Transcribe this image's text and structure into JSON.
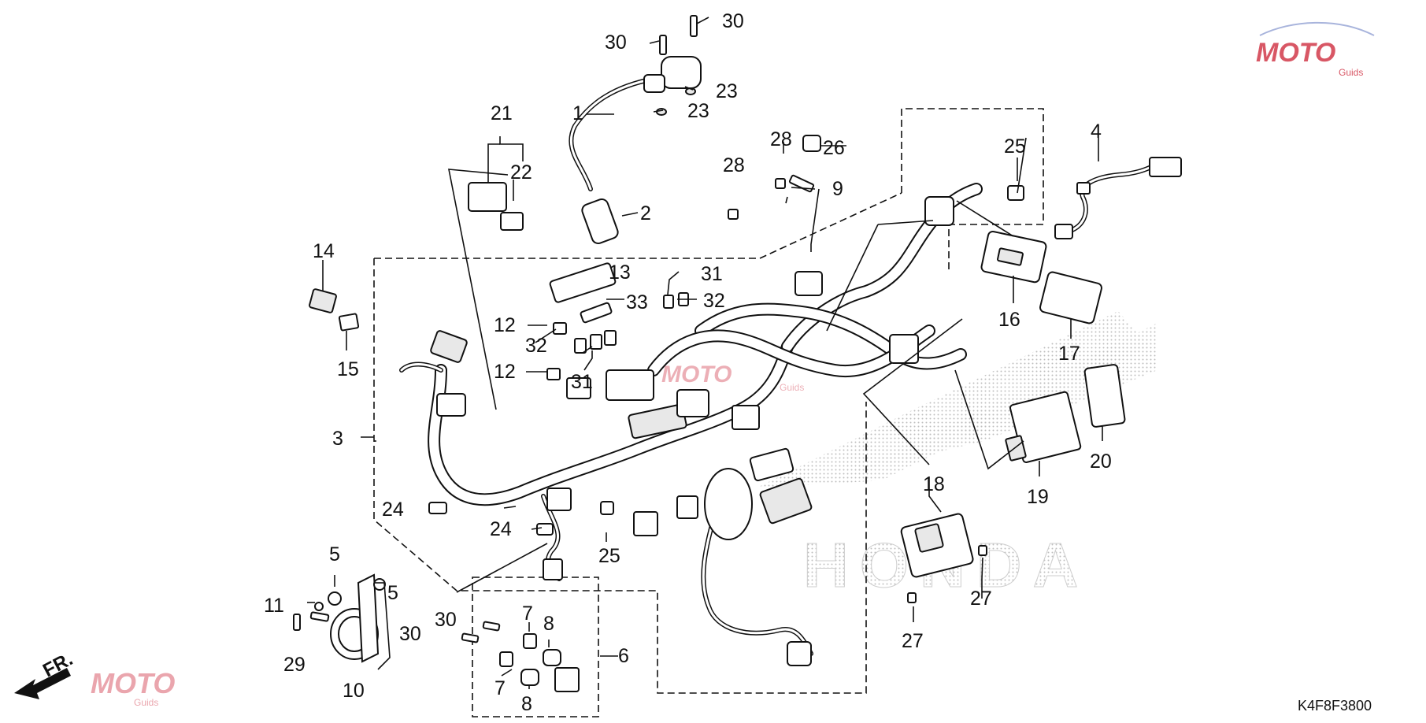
{
  "diagram": {
    "drawing_code": "K4F8F3800",
    "direction_label": "FR.",
    "watermark": {
      "brand_text": "MOTO",
      "sub_text": "Guids",
      "colors": [
        "#d23a4b",
        "#9aa7d6"
      ]
    },
    "background_logo": {
      "text": "HONDA",
      "color": "#c8c8c8"
    },
    "callouts": [
      {
        "id": "c1",
        "label": "1"
      },
      {
        "id": "c2",
        "label": "2"
      },
      {
        "id": "c3",
        "label": "3"
      },
      {
        "id": "c4",
        "label": "4"
      },
      {
        "id": "c5a",
        "label": "5"
      },
      {
        "id": "c5b",
        "label": "5"
      },
      {
        "id": "c6",
        "label": "6"
      },
      {
        "id": "c7a",
        "label": "7"
      },
      {
        "id": "c7b",
        "label": "7"
      },
      {
        "id": "c8a",
        "label": "8"
      },
      {
        "id": "c8b",
        "label": "8"
      },
      {
        "id": "c9",
        "label": "9"
      },
      {
        "id": "c10",
        "label": "10"
      },
      {
        "id": "c11",
        "label": "11"
      },
      {
        "id": "c12a",
        "label": "12"
      },
      {
        "id": "c12b",
        "label": "12"
      },
      {
        "id": "c13",
        "label": "13"
      },
      {
        "id": "c14",
        "label": "14"
      },
      {
        "id": "c15",
        "label": "15"
      },
      {
        "id": "c16",
        "label": "16"
      },
      {
        "id": "c17",
        "label": "17"
      },
      {
        "id": "c18",
        "label": "18"
      },
      {
        "id": "c19",
        "label": "19"
      },
      {
        "id": "c20",
        "label": "20"
      },
      {
        "id": "c21",
        "label": "21"
      },
      {
        "id": "c22",
        "label": "22"
      },
      {
        "id": "c23a",
        "label": "23"
      },
      {
        "id": "c23b",
        "label": "23"
      },
      {
        "id": "c24a",
        "label": "24"
      },
      {
        "id": "c24b",
        "label": "24"
      },
      {
        "id": "c25a",
        "label": "25"
      },
      {
        "id": "c25b",
        "label": "25"
      },
      {
        "id": "c26",
        "label": "26"
      },
      {
        "id": "c27a",
        "label": "27"
      },
      {
        "id": "c27b",
        "label": "27"
      },
      {
        "id": "c28a",
        "label": "28"
      },
      {
        "id": "c28b",
        "label": "28"
      },
      {
        "id": "c29",
        "label": "29"
      },
      {
        "id": "c30a",
        "label": "30"
      },
      {
        "id": "c30b",
        "label": "30"
      },
      {
        "id": "c30c",
        "label": "30"
      },
      {
        "id": "c30d",
        "label": "30"
      },
      {
        "id": "c31a",
        "label": "31"
      },
      {
        "id": "c31b",
        "label": "31"
      },
      {
        "id": "c32a",
        "label": "32"
      },
      {
        "id": "c32b",
        "label": "32"
      },
      {
        "id": "c33",
        "label": "33"
      }
    ]
  }
}
